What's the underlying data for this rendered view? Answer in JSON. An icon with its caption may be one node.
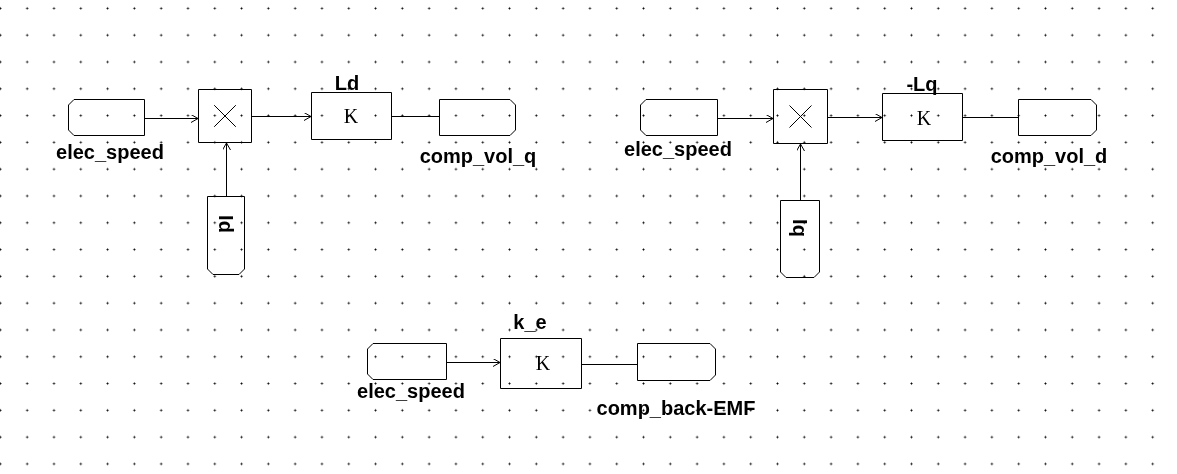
{
  "diagram": {
    "nodes": [
      {
        "text": [
          "elec_speed"
        ]
      },
      {
        "text": [],
        "shape": "box"
      },
      {
        "text": [
          "Ld",
          "K"
        ]
      },
      {
        "text": [
          "comp_vol_q"
        ]
      },
      {
        "text": [
          "Id"
        ]
      },
      {
        "text": [
          "elec_speed"
        ]
      },
      {
        "text": [],
        "shape": "box"
      },
      {
        "text": [
          "-Lq",
          "K"
        ]
      },
      {
        "text": [
          "comp_vol_d"
        ]
      },
      {
        "text": [
          "Iq"
        ]
      },
      {
        "text": [
          "elec_speed"
        ]
      },
      {
        "text": [
          "k_e",
          "K"
        ]
      },
      {
        "text": [
          "comp_back-EMF"
        ]
      }
    ],
    "edges": [
      {
        "from": 0,
        "to": 1,
        "arrow": "to"
      },
      {
        "from": 1,
        "to": 2,
        "arrow": "to"
      },
      {
        "from": 2,
        "to": 3,
        "arrow": "none"
      },
      {
        "from": 4,
        "to": 1,
        "arrow": "to"
      },
      {
        "from": 5,
        "to": 6,
        "arrow": "to"
      },
      {
        "from": 6,
        "to": 7,
        "arrow": "to"
      },
      {
        "from": 7,
        "to": 8,
        "arrow": "none"
      },
      {
        "from": 9,
        "to": 6,
        "arrow": "to"
      },
      {
        "from": 10,
        "to": 11,
        "arrow": "to"
      },
      {
        "from": 11,
        "to": 12,
        "arrow": "none"
      }
    ]
  }
}
